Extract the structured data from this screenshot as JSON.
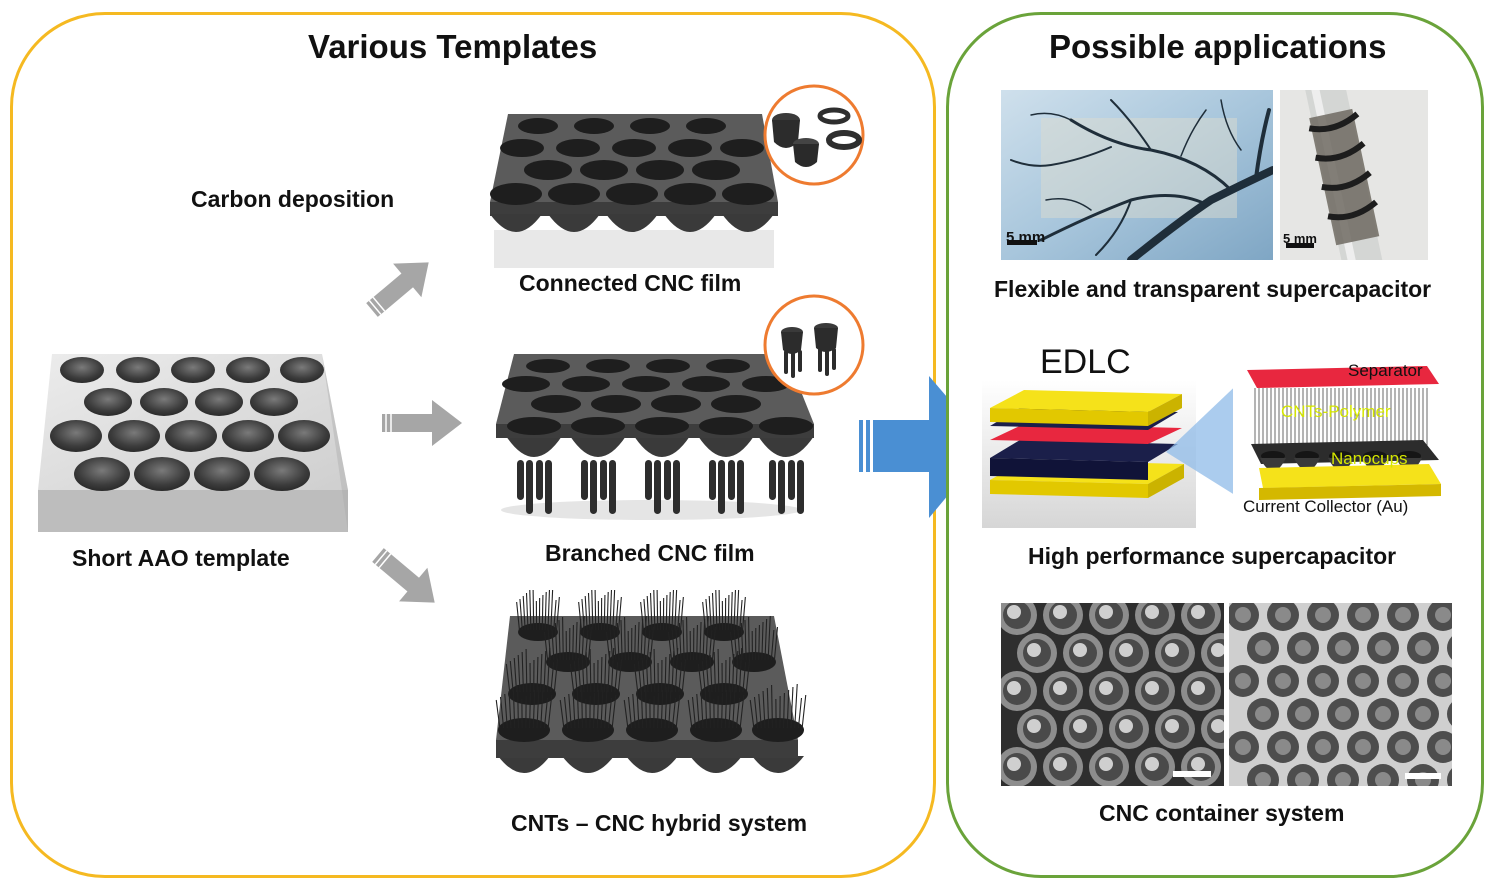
{
  "left": {
    "title": "Various Templates",
    "carbon_deposition": "Carbon deposition",
    "short_aao": "Short AAO template",
    "connected": "Connected  CNC film",
    "branched": "Branched CNC film",
    "hybrid": "CNTs – CNC hybrid system"
  },
  "right": {
    "title": "Possible applications",
    "flexible": "Flexible and transparent supercapacitor",
    "scale1": "5 mm",
    "scale2": "5 mm",
    "edlc": "EDLC",
    "separator": "Separator",
    "cnts_polymer": "CNTs-Polymer",
    "nanocups": "Nanocups",
    "current_collector": "Current Collector (Au)",
    "high_perf": "High performance supercapacitor",
    "container": "CNC container system"
  },
  "colors": {
    "left_border": "#f5b921",
    "right_border": "#6aa33a",
    "gray_arrow": "#a6a6a6",
    "blue_arrow": "#4a8fd3",
    "orange_circle": "#ee7b30",
    "electrode": "#f5e21a",
    "separator_red": "#e8273f",
    "label_green": "#d4e600"
  }
}
